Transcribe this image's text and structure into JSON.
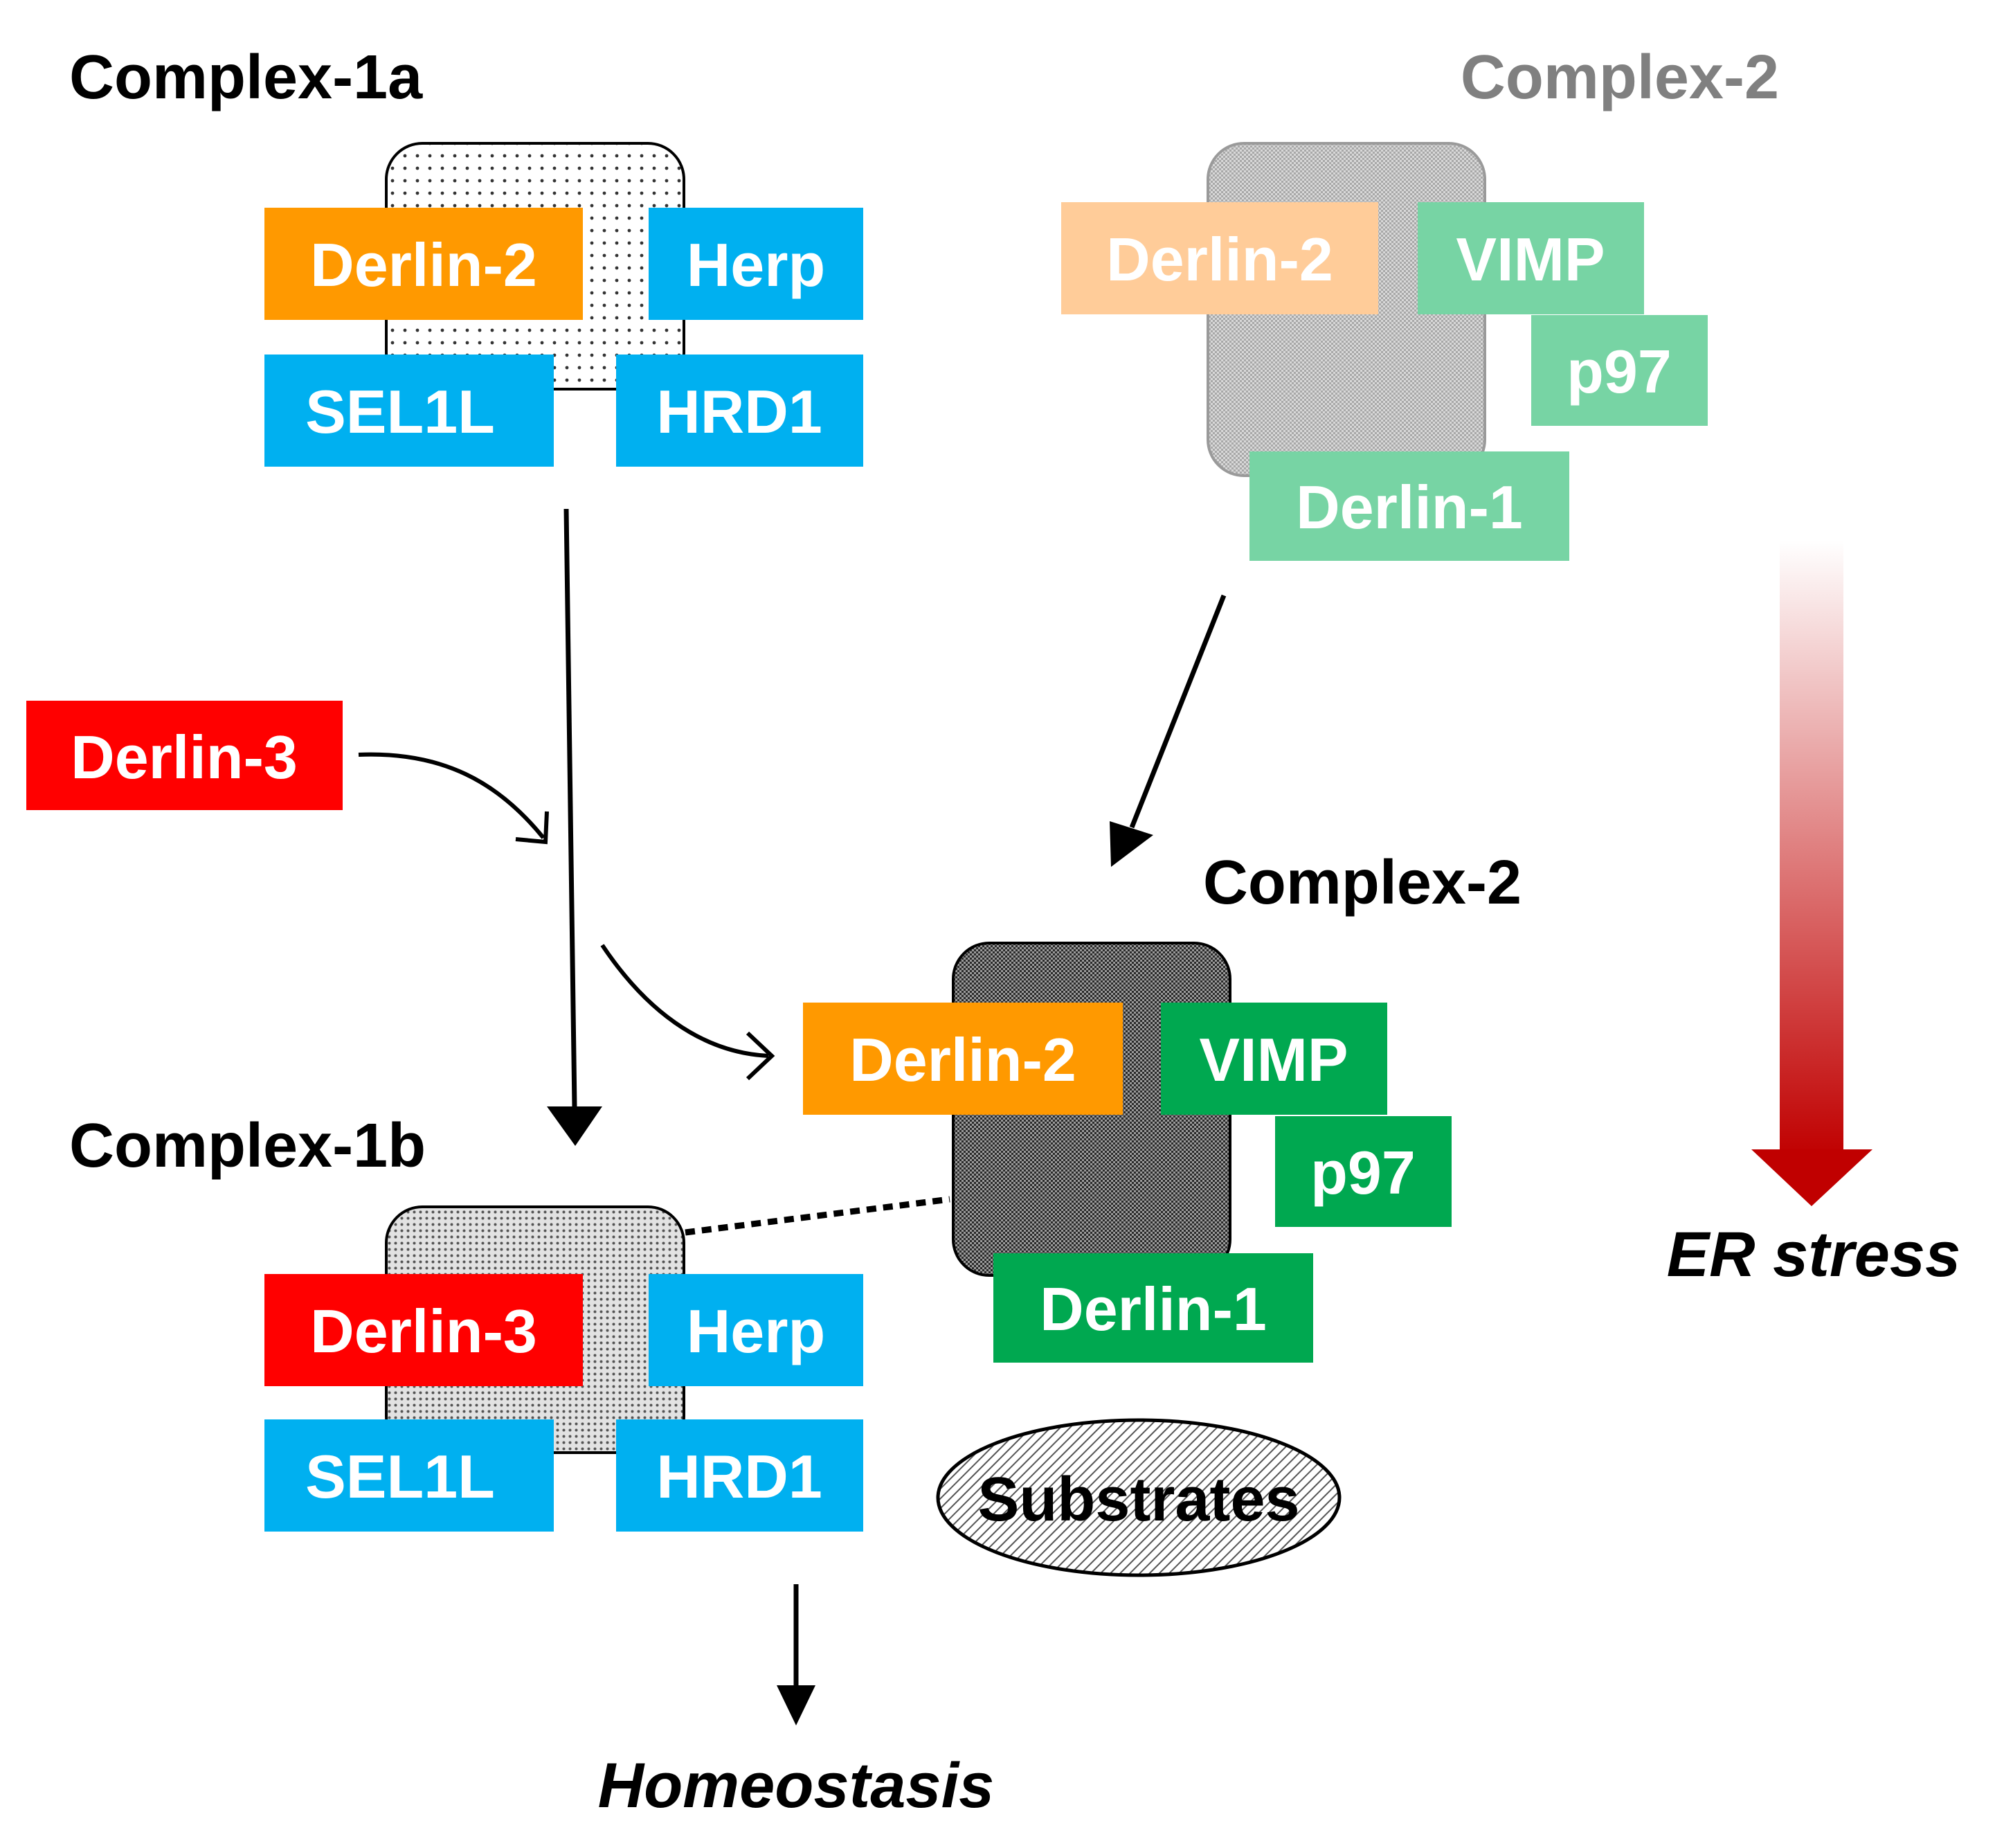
{
  "colors": {
    "orange": "#FF9900",
    "blue": "#00B0F0",
    "red": "#FF0000",
    "green": "#00A850",
    "light_orange": "#FFCC99",
    "light_green": "#77D4A4",
    "grey_text": "#808080",
    "black": "#000000",
    "er_arrow_dark": "#C00000"
  },
  "complex_1a": {
    "title": "Complex-1a",
    "derlin2": "Derlin-2",
    "herp": "Herp",
    "sel1l": "SEL1L",
    "hrd1": "HRD1"
  },
  "complex_2_faded": {
    "title": "Complex-2",
    "derlin2": "Derlin-2",
    "vimp": "VIMP",
    "p97": "p97",
    "derlin1": "Derlin-1"
  },
  "derlin3_free": {
    "label": "Derlin-3"
  },
  "complex_2": {
    "title": "Complex-2",
    "derlin2": "Derlin-2",
    "vimp": "VIMP",
    "p97": "p97",
    "derlin1": "Derlin-1"
  },
  "complex_1b": {
    "title": "Complex-1b",
    "derlin3": "Derlin-3",
    "herp": "Herp",
    "sel1l": "SEL1L",
    "hrd1": "HRD1"
  },
  "substrates": {
    "label": "Substrates"
  },
  "outcomes": {
    "homeostasis": "Homeostasis",
    "er_stress": "ER stress"
  }
}
